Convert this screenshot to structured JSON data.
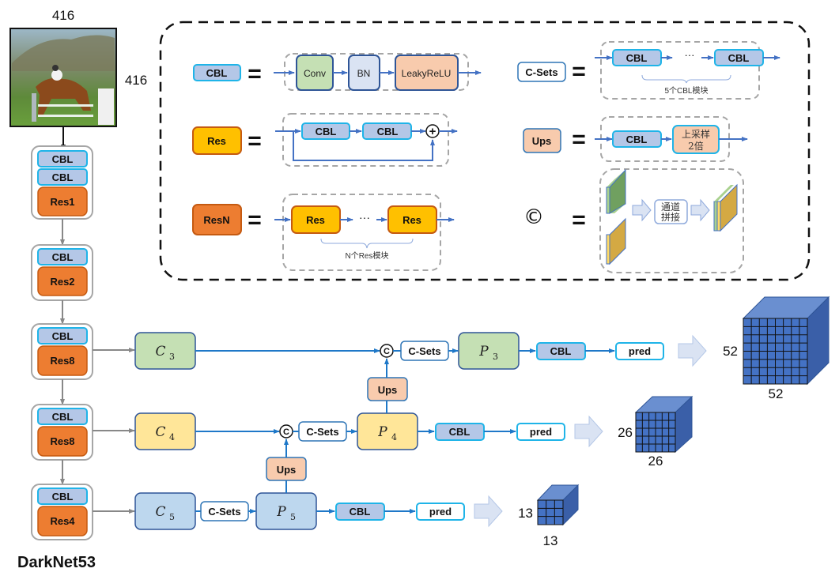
{
  "input": {
    "width_label": "416",
    "height_label": "416",
    "image_desc": "horse-jumping-photo"
  },
  "backbone": {
    "title": "DarkNet53",
    "stages": [
      {
        "blocks": [
          "CBL",
          "CBL"
        ],
        "res": "Res1"
      },
      {
        "blocks": [
          "CBL"
        ],
        "res": "Res2"
      },
      {
        "blocks": [
          "CBL"
        ],
        "res": "Res8"
      },
      {
        "blocks": [
          "CBL"
        ],
        "res": "Res8"
      },
      {
        "blocks": [
          "CBL"
        ],
        "res": "Res4"
      }
    ]
  },
  "legend": {
    "cbl": {
      "name": "CBL",
      "eq": "=",
      "parts": [
        "Conv",
        "BN",
        "LeakyReLU"
      ]
    },
    "res": {
      "name": "Res",
      "eq": "=",
      "parts": [
        "CBL",
        "CBL"
      ],
      "add_symbol": "+"
    },
    "resn": {
      "name": "ResN",
      "eq": "=",
      "parts": [
        "Res",
        "Res"
      ],
      "ellipsis": "···",
      "caption": "N个Res模块"
    },
    "csets": {
      "name": "C-Sets",
      "eq": "=",
      "parts": [
        "CBL",
        "CBL"
      ],
      "ellipsis": "···",
      "caption": "5个CBL模块"
    },
    "ups": {
      "name": "Ups",
      "eq": "=",
      "parts": [
        "CBL"
      ],
      "upsample_line1": "上采样",
      "upsample_line2": "2倍"
    },
    "concat": {
      "symbol": "©",
      "eq": "=",
      "op_line1": "通道",
      "op_line2": "拼接"
    }
  },
  "neck": {
    "c3": {
      "base": "C",
      "sub": "3"
    },
    "c4": {
      "base": "C",
      "sub": "4"
    },
    "c5": {
      "base": "C",
      "sub": "5"
    },
    "p3": {
      "base": "P",
      "sub": "3"
    },
    "p4": {
      "base": "P",
      "sub": "4"
    },
    "p5": {
      "base": "P",
      "sub": "5"
    },
    "concat_symbol": "C",
    "csets_label": "C-Sets",
    "ups_label": "Ups",
    "cbl_label": "CBL",
    "pred_label": "pred"
  },
  "outputs": [
    {
      "grid": "52",
      "side_label": "52",
      "bottom_label": "52"
    },
    {
      "grid": "26",
      "side_label": "26",
      "bottom_label": "26"
    },
    {
      "grid": "13",
      "side_label": "13",
      "bottom_label": "13"
    }
  ],
  "colors": {
    "cbl_fill": "#b4c7e7",
    "cbl_stroke": "#1fb4e8",
    "res_fill": "#ffc000",
    "res_stroke": "#c55a11",
    "resn_fill": "#ed7d31",
    "ups_fill": "#f8cbad",
    "c3_fill": "#c5e0b4",
    "c4_fill": "#ffe699",
    "c5_fill": "#bdd7ee",
    "flow_blue": "#1f78c8",
    "cube_blue": "#4472c4"
  }
}
